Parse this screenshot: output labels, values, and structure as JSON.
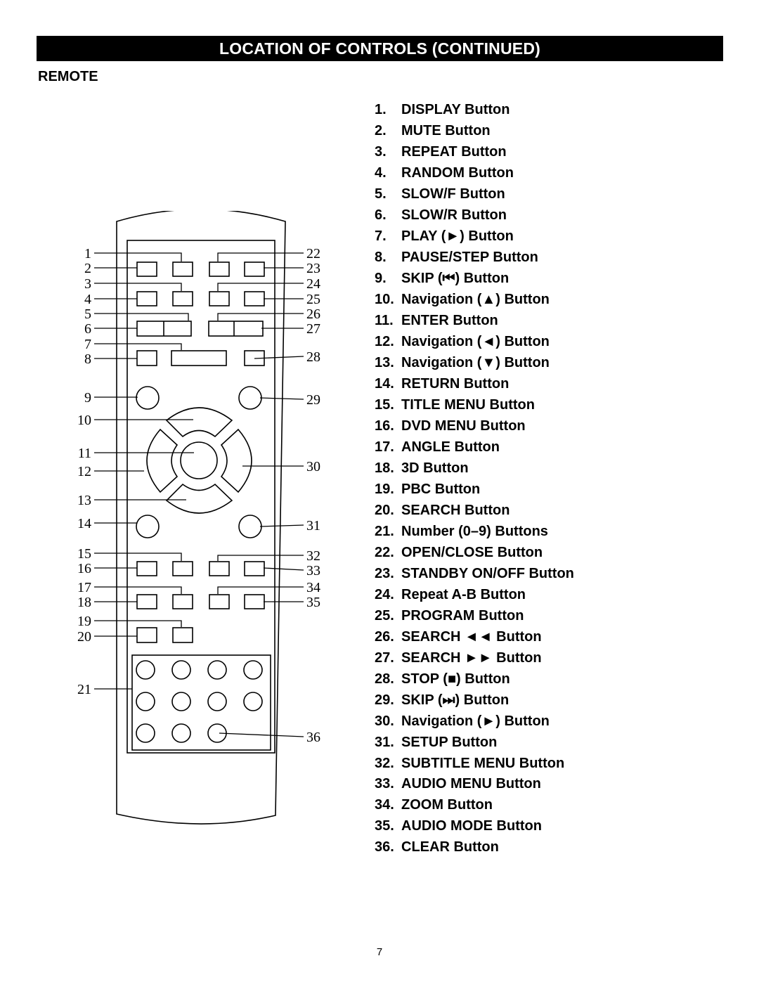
{
  "header": {
    "title": "LOCATION OF CONTROLS (CONTINUED)"
  },
  "section": {
    "label": "REMOTE"
  },
  "controls": [
    {
      "num": "1.",
      "label": "DISPLAY Button"
    },
    {
      "num": "2.",
      "label": "MUTE Button"
    },
    {
      "num": "3.",
      "label": "REPEAT Button"
    },
    {
      "num": "4.",
      "label": "RANDOM Button"
    },
    {
      "num": "5.",
      "label": "SLOW/F Button"
    },
    {
      "num": "6.",
      "label": "SLOW/R Button"
    },
    {
      "num": "7.",
      "label": "PLAY (►) Button"
    },
    {
      "num": "8.",
      "label": "PAUSE/STEP Button"
    },
    {
      "num": "9.",
      "label": "SKIP  (⏮) Button"
    },
    {
      "num": "10.",
      "label": "Navigation (▲) Button"
    },
    {
      "num": "11.",
      "label": "ENTER Button"
    },
    {
      "num": "12.",
      "label": "Navigation (◄) Button"
    },
    {
      "num": "13.",
      "label": "Navigation (▼) Button"
    },
    {
      "num": "14.",
      "label": "RETURN Button"
    },
    {
      "num": "15.",
      "label": "TITLE MENU Button"
    },
    {
      "num": "16.",
      "label": "DVD MENU Button"
    },
    {
      "num": "17.",
      "label": "ANGLE Button"
    },
    {
      "num": "18.",
      "label": "3D Button"
    },
    {
      "num": "19.",
      "label": "PBC Button"
    },
    {
      "num": "20.",
      "label": "SEARCH Button"
    },
    {
      "num": "21.",
      "label": "Number (0–9) Buttons"
    },
    {
      "num": "22.",
      "label": "OPEN/CLOSE Button"
    },
    {
      "num": "23.",
      "label": "STANDBY ON/OFF Button"
    },
    {
      "num": "24.",
      "label": "Repeat A-B Button"
    },
    {
      "num": "25.",
      "label": "PROGRAM Button"
    },
    {
      "num": "26.",
      "label": "SEARCH ◄◄ Button"
    },
    {
      "num": "27.",
      "label": "SEARCH ►► Button"
    },
    {
      "num": "28.",
      "label": "STOP (■) Button"
    },
    {
      "num": "29.",
      "label": "SKIP (⏭) Button"
    },
    {
      "num": "30.",
      "label": "Navigation (►) Button"
    },
    {
      "num": "31.",
      "label": "SETUP Button"
    },
    {
      "num": "32.",
      "label": "SUBTITLE MENU Button"
    },
    {
      "num": "33.",
      "label": "AUDIO MENU Button"
    },
    {
      "num": "34.",
      "label": "ZOOM Button"
    },
    {
      "num": "35.",
      "label": "AUDIO MODE Button"
    },
    {
      "num": "36.",
      "label": "CLEAR Button"
    }
  ],
  "remote_callouts": {
    "left": [
      "1",
      "2",
      "3",
      "4",
      "5",
      "6",
      "7",
      "8",
      "9",
      "10",
      "11",
      "12",
      "13",
      "14",
      "15",
      "16",
      "17",
      "18",
      "19",
      "20",
      "21"
    ],
    "right": [
      "22",
      "23",
      "24",
      "25",
      "26",
      "27",
      "28",
      "29",
      "30",
      "31",
      "32",
      "33",
      "34",
      "35",
      "36"
    ]
  },
  "footer": {
    "page_number": "7"
  }
}
